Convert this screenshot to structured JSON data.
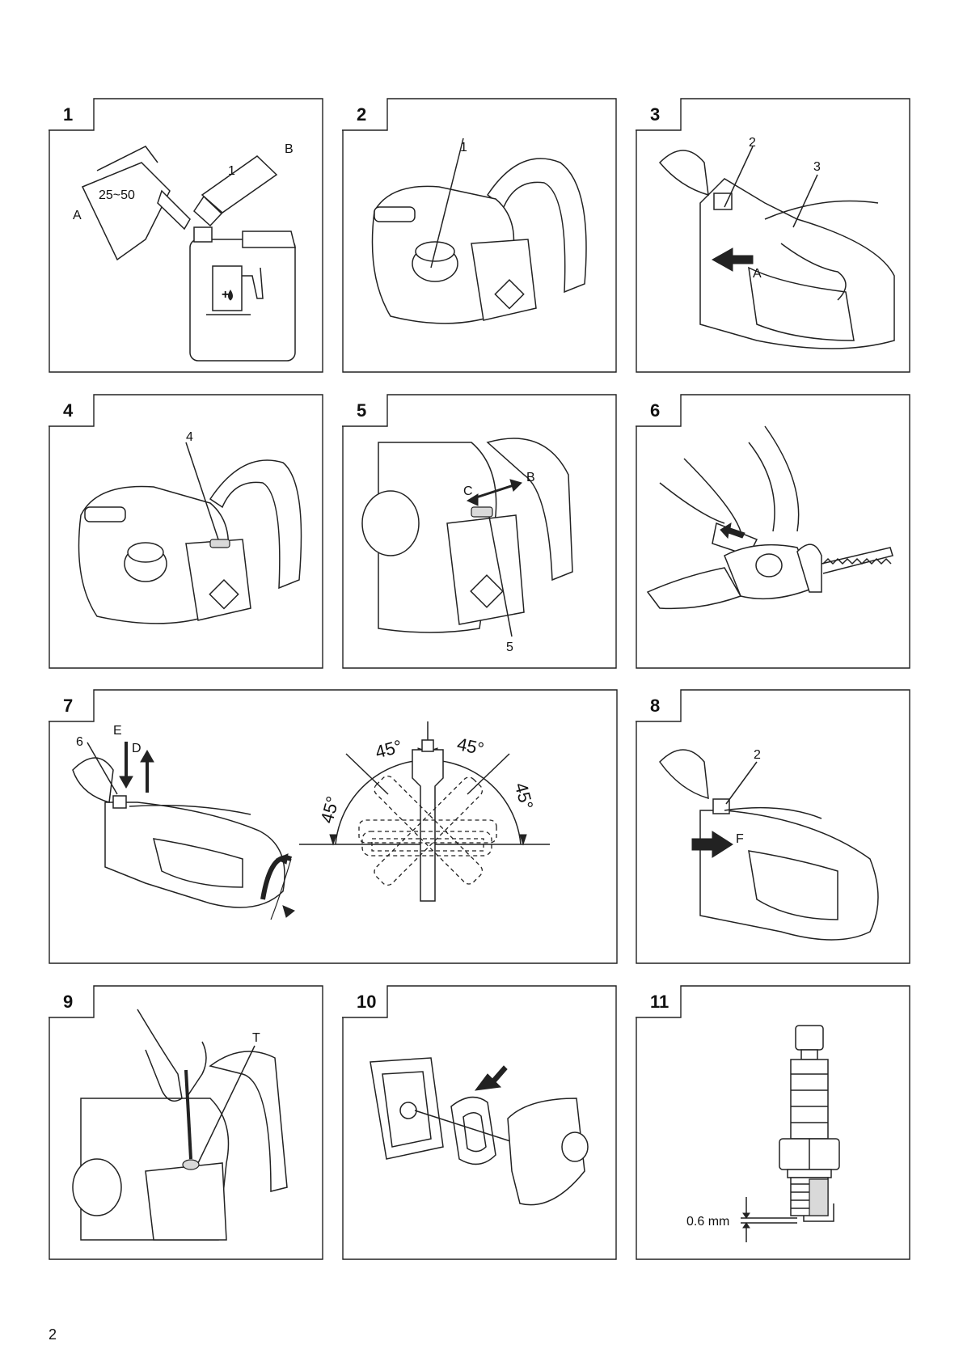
{
  "page_number": "2",
  "figures": [
    {
      "number": "1",
      "labels": [
        "A",
        "B",
        "25~50",
        "1"
      ],
      "icon": "fuel-can-icon"
    },
    {
      "number": "2",
      "labels": [
        "1"
      ]
    },
    {
      "number": "3",
      "labels": [
        "2",
        "3",
        "A"
      ]
    },
    {
      "number": "4",
      "labels": [
        "4"
      ]
    },
    {
      "number": "5",
      "labels": [
        "B",
        "C",
        "5"
      ]
    },
    {
      "number": "6",
      "labels": []
    },
    {
      "number": "7",
      "labels": [
        "E",
        "D",
        "6",
        "45°",
        "45°",
        "45°",
        "45°"
      ]
    },
    {
      "number": "8",
      "labels": [
        "2",
        "F"
      ]
    },
    {
      "number": "9",
      "labels": [
        "T"
      ]
    },
    {
      "number": "10",
      "labels": []
    },
    {
      "number": "11",
      "labels": [
        "0.6 mm"
      ]
    }
  ]
}
